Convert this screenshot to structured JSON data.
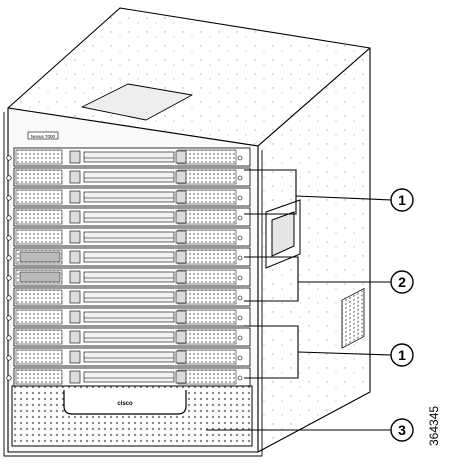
{
  "figure": {
    "id_label": "364345",
    "chassis_model_label": "Nexus 7000",
    "brand_label": "cisco"
  },
  "callouts": [
    {
      "number": "1",
      "target": "upper-line-cards"
    },
    {
      "number": "2",
      "target": "supervisor-modules"
    },
    {
      "number": "1",
      "target": "lower-line-cards"
    },
    {
      "number": "3",
      "target": "fan-tray-grille"
    }
  ]
}
